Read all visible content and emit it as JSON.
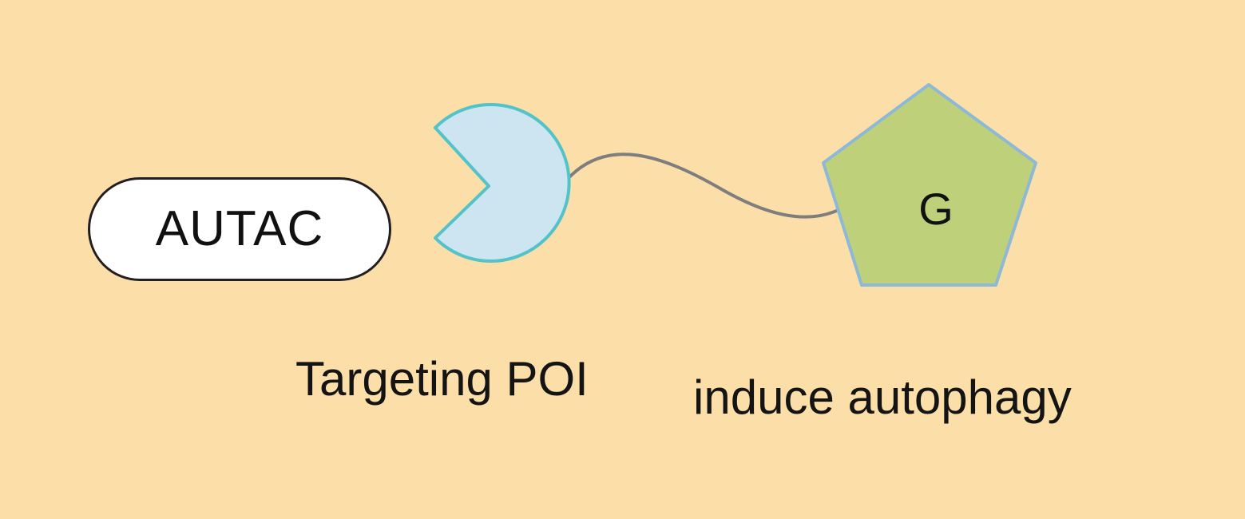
{
  "diagram": {
    "autac_label": "AUTAC",
    "g_label": "G",
    "targeting_caption": "Targeting POI",
    "autophagy_caption": "induce autophagy"
  },
  "colors": {
    "background": "#FCDFA8",
    "pill_fill": "#FFFFFF",
    "pill_border": "#231F20",
    "warhead_fill": "#CDE5F0",
    "warhead_stroke": "#52C3C9",
    "linker_stroke": "#7E7E7E",
    "pentagon_fill": "#BFD07A",
    "pentagon_stroke": "#8EB9D6"
  },
  "icons": {
    "warhead": "pacman-shape-icon",
    "degrader_tag": "pentagon-icon"
  }
}
